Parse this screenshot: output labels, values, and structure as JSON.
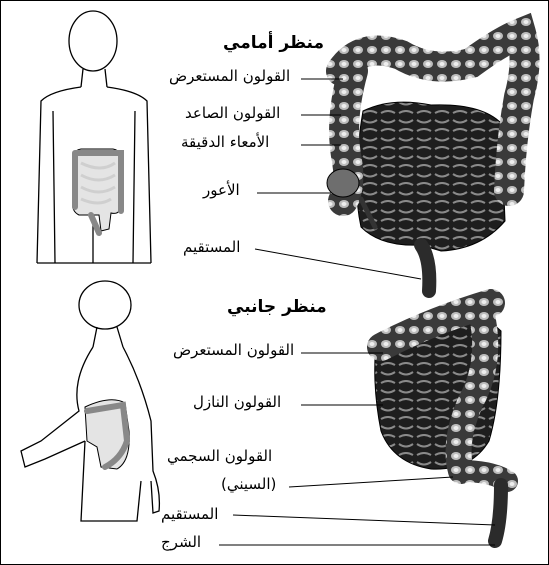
{
  "front_view": {
    "title": "منظر أمامي",
    "labels": {
      "transverse_colon": "القولون المستعرض",
      "ascending_colon": "القولون الصاعد",
      "small_intestine": "الأمعاء الدقيقة",
      "cecum": "الأعور",
      "rectum": "المستقيم"
    }
  },
  "side_view": {
    "title": "منظر جانبي",
    "labels": {
      "transverse_colon": "القولون المستعرض",
      "descending_colon": "القولون النازل",
      "sigmoid_colon_line1": "القولون السجمي",
      "sigmoid_colon_line2": "(السيني)",
      "rectum": "المستقيم",
      "anus": "الشرج"
    }
  },
  "colors": {
    "line": "#000000",
    "organ_dark": "#2b2b2b",
    "organ_mid": "#6e6e6e",
    "colon_highlight": "#bdbdbd",
    "body_fill": "#e6e6e6"
  }
}
